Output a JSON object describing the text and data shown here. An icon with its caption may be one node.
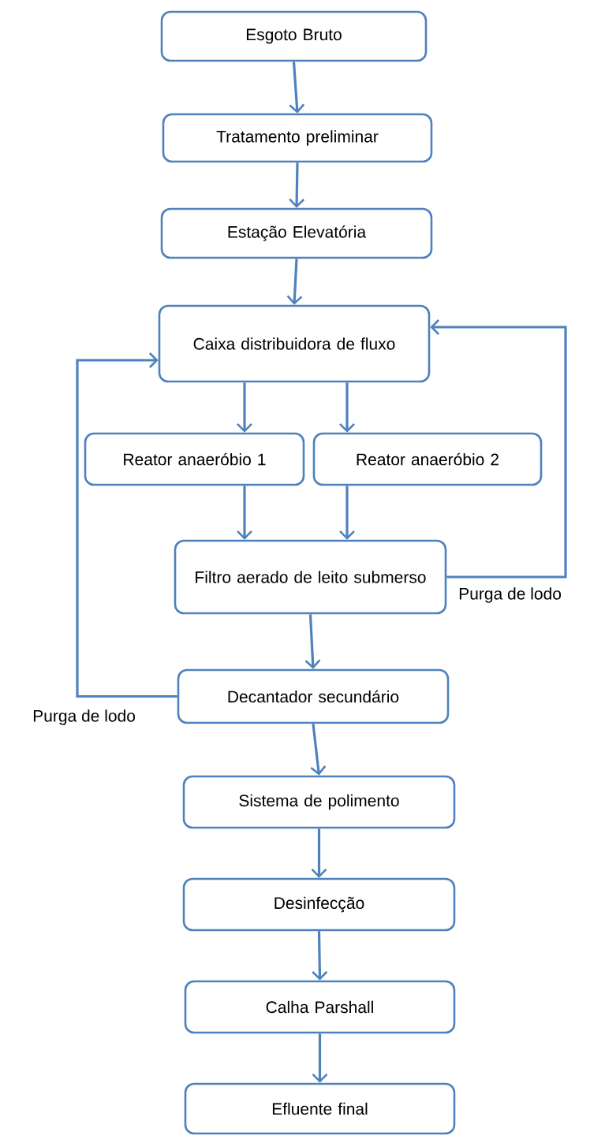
{
  "diagram": {
    "nodes": [
      {
        "text": [
          "Esgoto Bruto"
        ]
      },
      {
        "text": [
          "Tratamento preliminar"
        ]
      },
      {
        "text": [
          "Estação Elevatória"
        ]
      },
      {
        "text": [
          "Caixa distribuidora de fluxo"
        ]
      },
      {
        "text": [
          "Reator anaeróbio 1"
        ]
      },
      {
        "text": [
          "Reator anaeróbio 2"
        ]
      },
      {
        "text": [
          "Filtro aerado de leito submerso"
        ]
      },
      {
        "text": [
          "Decantador secundário"
        ]
      },
      {
        "text": [
          "Sistema de polimento"
        ]
      },
      {
        "text": [
          "Desinfecção"
        ]
      },
      {
        "text": [
          "Calha Parshall"
        ]
      },
      {
        "text": [
          "Efluente final"
        ]
      }
    ],
    "edges": [
      {
        "from": 0,
        "to": 1,
        "arrow": "to"
      },
      {
        "from": 1,
        "to": 2,
        "arrow": "to"
      },
      {
        "from": 2,
        "to": 3,
        "arrow": "to"
      },
      {
        "from": 3,
        "to": 4,
        "arrow": "to"
      },
      {
        "from": 3,
        "to": 5,
        "arrow": "to"
      },
      {
        "from": 4,
        "to": 6,
        "arrow": "to"
      },
      {
        "from": 5,
        "to": 6,
        "arrow": "to"
      },
      {
        "from": 6,
        "to": 3,
        "arrow": "to",
        "label": "Purga de lodo"
      },
      {
        "from": 6,
        "to": 7,
        "arrow": "to"
      },
      {
        "from": 7,
        "to": 3,
        "arrow": "to",
        "label": "Purga de lodo"
      },
      {
        "from": 7,
        "to": 8,
        "arrow": "to"
      },
      {
        "from": 8,
        "to": 9,
        "arrow": "to"
      },
      {
        "from": 9,
        "to": 10,
        "arrow": "to"
      },
      {
        "from": 10,
        "to": 11,
        "arrow": "to"
      }
    ]
  }
}
